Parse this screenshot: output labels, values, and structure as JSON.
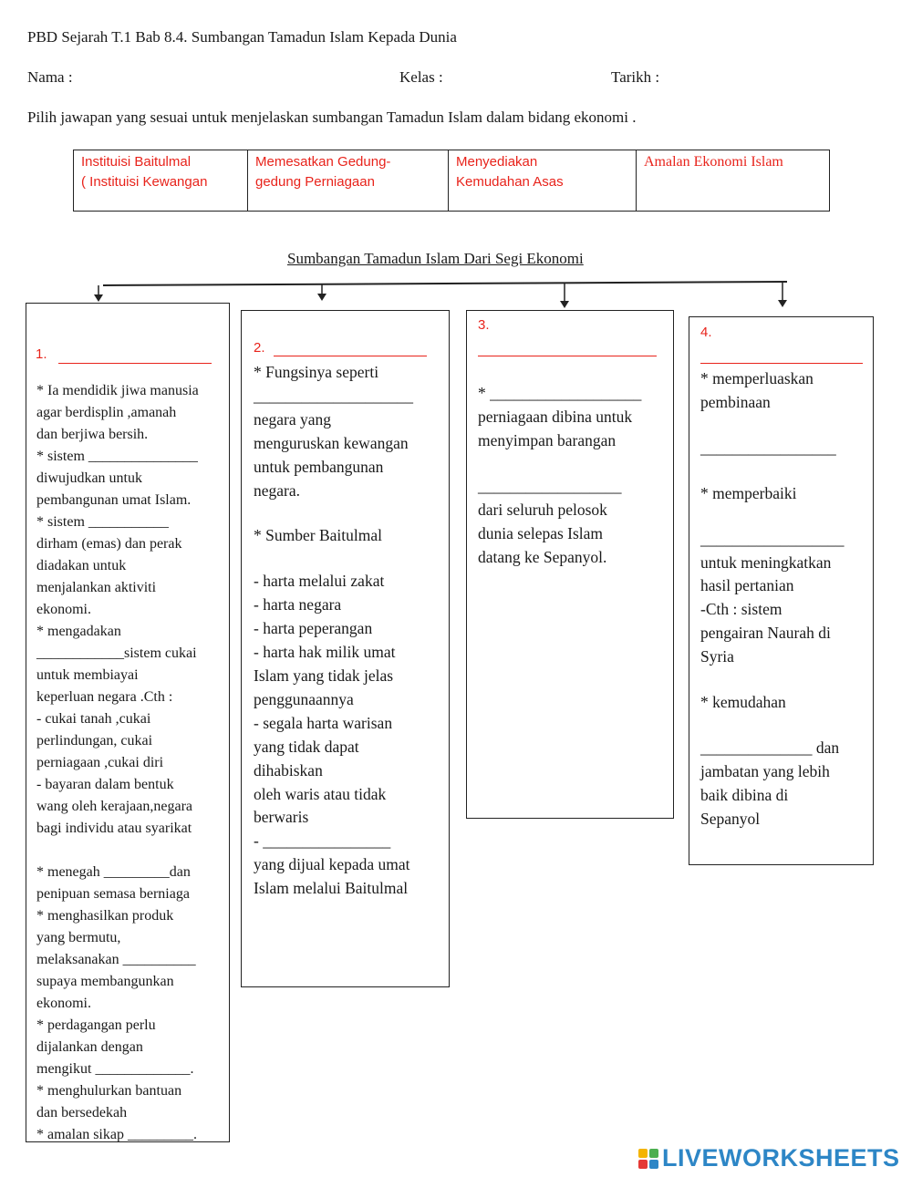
{
  "header": {
    "title": "PBD  Sejarah  T.1    Bab  8.4.  Sumbangan Tamadun Islam Kepada Dunia",
    "nama_label": "Nama  :",
    "kelas_label": "Kelas  :",
    "tarikh_label": "Tarikh  :",
    "instruction": "Pilih jawapan yang sesuai untuk menjelaskan sumbangan Tamadun Islam dalam bidang ekonomi ."
  },
  "options": [
    {
      "line1": "Instituisi Baitulmal",
      "line2": "( Instituisi Kewangan"
    },
    {
      "line1": "Memesatkan Gedung-",
      "line2": "gedung Perniagaan"
    },
    {
      "line1": "Menyediakan",
      "line2": "Kemudahan Asas"
    },
    {
      "line1": "Amalan Ekonomi Islam",
      "line2": ""
    }
  ],
  "diagram_title": "Sumbangan Tamadun Islam Dari Segi Ekonomi",
  "boxes": [
    {
      "number": "1.",
      "blank": "____________________",
      "lines": [
        "* Ia mendidik jiwa manusia",
        "agar berdisplin ,amanah",
        "dan berjiwa bersih.",
        "*  sistem _______________",
        "diwujudkan untuk",
        "pembangunan umat Islam.",
        "*  sistem ___________",
        "dirham (emas) dan perak",
        "diadakan untuk",
        "menjalankan aktiviti",
        "ekonomi.",
        "* mengadakan",
        "____________sistem cukai",
        "untuk membiayai",
        "keperluan negara .Cth :",
        "-  cukai tanah ,cukai",
        "perlindungan, cukai",
        "perniagaan ,cukai diri",
        "-  bayaran dalam bentuk",
        "wang oleh kerajaan,negara",
        "bagi individu atau syarikat",
        "",
        "*  menegah _________dan",
        "penipuan semasa berniaga",
        "*  menghasilkan  produk",
        "yang bermutu,",
        "melaksanakan __________",
        "supaya membangunkan",
        "ekonomi.",
        "*  perdagangan perlu",
        "dijalankan dengan",
        "mengikut _____________.",
        "* menghulurkan bantuan",
        "dan bersedekah",
        "* amalan sikap _________."
      ]
    },
    {
      "number": "2.",
      "blank": "____________________",
      "lines": [
        "*  Fungsinya seperti",
        "____________________",
        "negara yang",
        "menguruskan kewangan",
        "untuk pembangunan",
        "negara.",
        "",
        "*  Sumber Baitulmal",
        "",
        "-  harta melalui zakat",
        "-  harta negara",
        "-  harta peperangan",
        "-  harta hak milik umat",
        "Islam yang tidak jelas",
        "penggunaannya",
        "-  segala harta warisan",
        "yang tidak dapat",
        "dihabiskan",
        "oleh  waris atau tidak",
        "berwaris",
        "-  ________________",
        "yang dijual kepada umat",
        "Islam melalui Baitulmal"
      ]
    },
    {
      "number": "3.",
      "blank": "_______________________",
      "lines": [
        "",
        "*  ___________________",
        "perniagaan dibina untuk",
        "menyimpan barangan",
        "",
        "__________________",
        " dari seluruh pelosok",
        "dunia selepas Islam",
        "datang  ke Sepanyol."
      ]
    },
    {
      "number": "4.",
      "blank": "______________________",
      "lines": [
        "*  memperluaskan",
        "pembinaan",
        "",
        "_________________",
        "",
        "*  memperbaiki",
        "",
        "__________________",
        "untuk meningkatkan",
        "hasil pertanian",
        "-Cth : sistem",
        "pengairan Naurah di",
        "Syria",
        "",
        "*  kemudahan",
        "",
        "______________  dan",
        "jambatan yang lebih",
        "baik dibina di",
        "Sepanyol"
      ]
    }
  ],
  "logo": {
    "text": "LIVEWORKSHEETS",
    "colors": [
      "#f4b400",
      "#4caf50",
      "#e53935",
      "#2d86c6"
    ]
  }
}
